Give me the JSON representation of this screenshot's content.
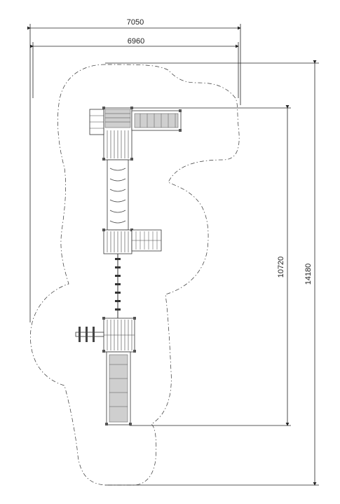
{
  "dimensions": {
    "overall_width": "7050",
    "equipment_width": "6960",
    "equipment_length": "10720",
    "overall_length": "14180"
  }
}
